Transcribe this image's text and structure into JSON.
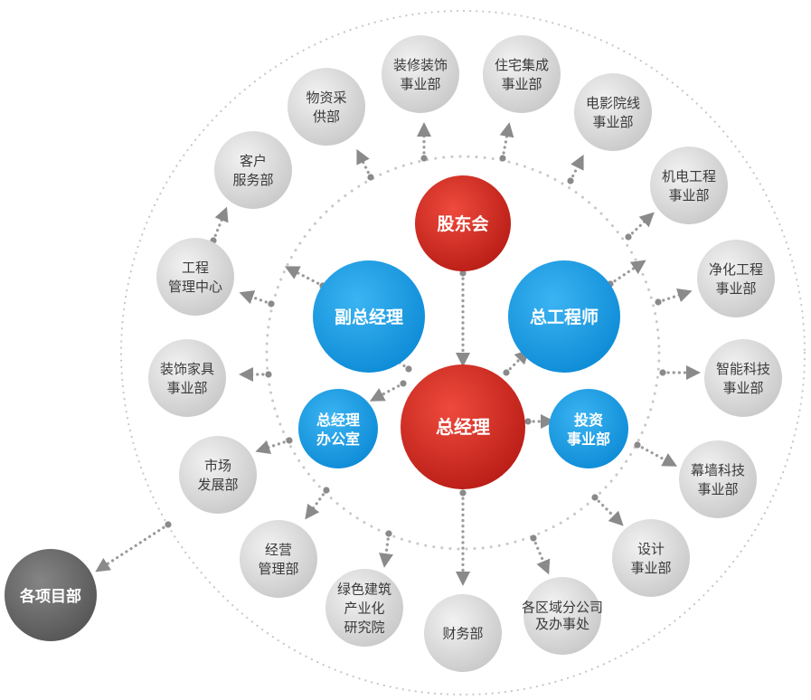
{
  "core": {
    "shareholders": "股东会",
    "general_manager": "总经理",
    "deputy_gm": "副总经理",
    "chief_engineer": "总工程师",
    "gm_office": [
      "总经理",
      "办公室"
    ],
    "investment": [
      "投资",
      "事业部"
    ]
  },
  "departments": [
    {
      "key": "decoration",
      "lines": [
        "装修装饰",
        "事业部"
      ]
    },
    {
      "key": "housing",
      "lines": [
        "住宅集成",
        "事业部"
      ]
    },
    {
      "key": "cinema",
      "lines": [
        "电影院线",
        "事业部"
      ]
    },
    {
      "key": "mechanical",
      "lines": [
        "机电工程",
        "事业部"
      ]
    },
    {
      "key": "purification",
      "lines": [
        "净化工程",
        "事业部"
      ]
    },
    {
      "key": "smart-tech",
      "lines": [
        "智能科技",
        "事业部"
      ]
    },
    {
      "key": "curtain-wall",
      "lines": [
        "幕墙科技",
        "事业部"
      ]
    },
    {
      "key": "design",
      "lines": [
        "设计",
        "事业部"
      ]
    },
    {
      "key": "regional",
      "lines": [
        "各区域分公司",
        "及办事处"
      ]
    },
    {
      "key": "finance",
      "lines": [
        "财务部"
      ]
    },
    {
      "key": "green-building",
      "lines": [
        "绿色建筑",
        "产业化",
        "研究院"
      ]
    },
    {
      "key": "operations",
      "lines": [
        "经营",
        "管理部"
      ]
    },
    {
      "key": "market",
      "lines": [
        "市场",
        "发展部"
      ]
    },
    {
      "key": "furniture",
      "lines": [
        "装饰家具",
        "事业部"
      ]
    },
    {
      "key": "engineering-mgmt",
      "lines": [
        "工程",
        "管理中心"
      ]
    },
    {
      "key": "customer-service",
      "lines": [
        "客户",
        "服务部"
      ]
    },
    {
      "key": "procurement",
      "lines": [
        "物资采",
        "供部"
      ]
    }
  ],
  "project_dept": "各项目部",
  "colors": {
    "red": "#d52b22",
    "blue": "#1e9fe6",
    "gray_node": "#d8d8d8",
    "dark_node": "#6b6b6b",
    "dots": "#bdbdbd",
    "arrow": "#8a8a8a"
  }
}
